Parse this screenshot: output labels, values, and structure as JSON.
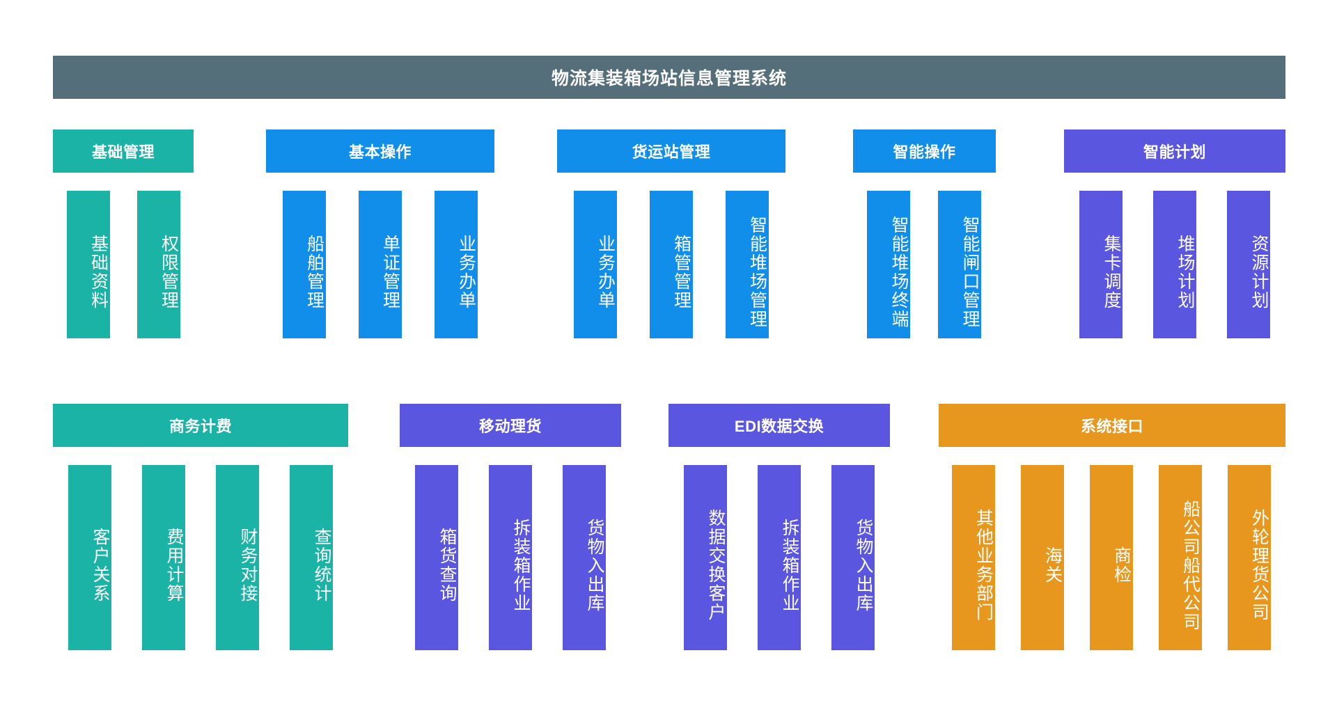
{
  "header": {
    "title": "物流集装箱场站信息管理系统",
    "bar_color": "#546e7a"
  },
  "colors": {
    "teal": "#1ab3a6",
    "blue": "#108ee9",
    "purple": "#5b56e0",
    "orange": "#e8971e",
    "title_bar": "#546e7a",
    "background": "#ffffff",
    "text": "#ffffff"
  },
  "rows": [
    {
      "groups": [
        {
          "id": "basic-mgmt",
          "label": "基础管理",
          "color": "#1ab3a6",
          "children": [
            {
              "label": "基础资料"
            },
            {
              "label": "权限管理"
            }
          ]
        },
        {
          "id": "basic-ops",
          "label": "基本操作",
          "color": "#108ee9",
          "children": [
            {
              "label": "船舶管理"
            },
            {
              "label": "单证管理"
            },
            {
              "label": "业务办单"
            }
          ]
        },
        {
          "id": "freight-station",
          "label": "货运站管理",
          "color": "#108ee9",
          "children": [
            {
              "label": "业务办单"
            },
            {
              "label": "箱管管理"
            },
            {
              "label": "智能堆场管理"
            }
          ]
        },
        {
          "id": "smart-ops",
          "label": "智能操作",
          "color": "#108ee9",
          "children": [
            {
              "label": "智能堆场终端"
            },
            {
              "label": "智能闸口管理"
            }
          ]
        },
        {
          "id": "smart-plan",
          "label": "智能计划",
          "color": "#5b56e0",
          "children": [
            {
              "label": "集卡调度"
            },
            {
              "label": "堆场计划"
            },
            {
              "label": "资源计划"
            }
          ]
        }
      ]
    },
    {
      "groups": [
        {
          "id": "business-billing",
          "label": "商务计费",
          "color": "#1ab3a6",
          "children": [
            {
              "label": "客户关系"
            },
            {
              "label": "费用计算"
            },
            {
              "label": "财务对接"
            },
            {
              "label": "查询统计"
            }
          ]
        },
        {
          "id": "mobile-tally",
          "label": "移动理货",
          "color": "#5b56e0",
          "children": [
            {
              "label": "箱货查询"
            },
            {
              "label": "拆装箱作业"
            },
            {
              "label": "货物入出库"
            }
          ]
        },
        {
          "id": "edi-exchange",
          "label": "EDI数据交换",
          "color": "#5b56e0",
          "children": [
            {
              "label": "数据交换客户"
            },
            {
              "label": "拆装箱作业"
            },
            {
              "label": "货物入出库"
            }
          ]
        },
        {
          "id": "system-interface",
          "label": "系统接口",
          "color": "#e8971e",
          "children": [
            {
              "label": "其他业务部门"
            },
            {
              "label": "海关"
            },
            {
              "label": "商检"
            },
            {
              "label": "船公司船代公司"
            },
            {
              "label": "外轮理货公司"
            }
          ]
        }
      ]
    }
  ]
}
